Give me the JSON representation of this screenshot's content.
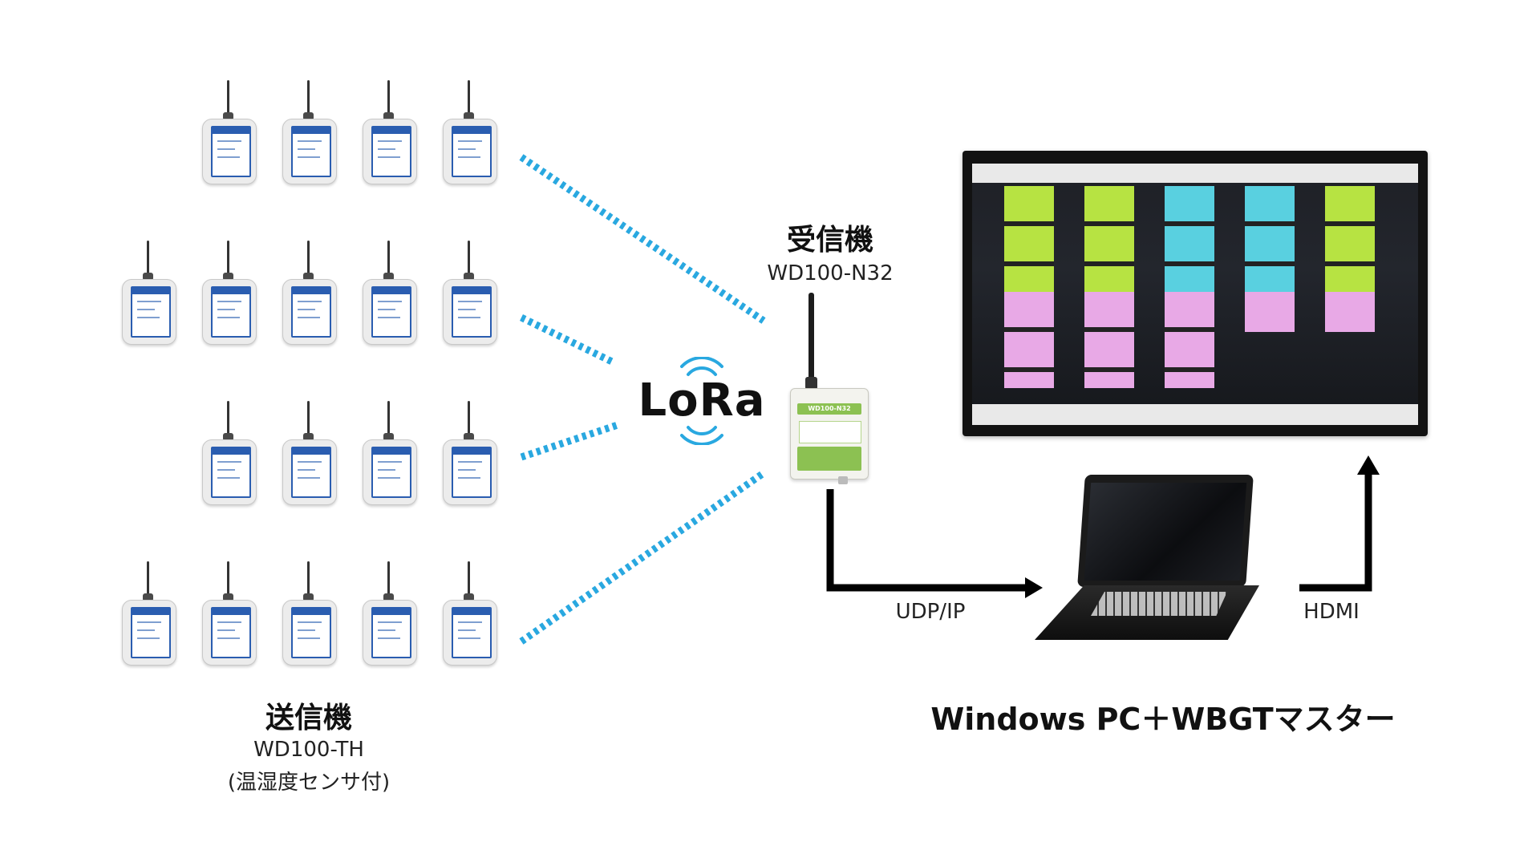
{
  "transmitter": {
    "title": "送信機",
    "model": "WD100-TH",
    "note": "(温湿度センサ付)"
  },
  "receiver": {
    "title": "受信機",
    "model": "WD100-N32",
    "device_label": "WD100-N32"
  },
  "lora": {
    "label": "LoRa"
  },
  "links": {
    "udp": "UDP/IP",
    "hdmi": "HDMI"
  },
  "pc": {
    "label": "Windows PC＋WBGTマスター"
  },
  "colors": {
    "signal": "#29a8e0",
    "arrow": "#000000",
    "sensor_accent": "#2a5db0",
    "receiver_green": "#8cc152"
  }
}
